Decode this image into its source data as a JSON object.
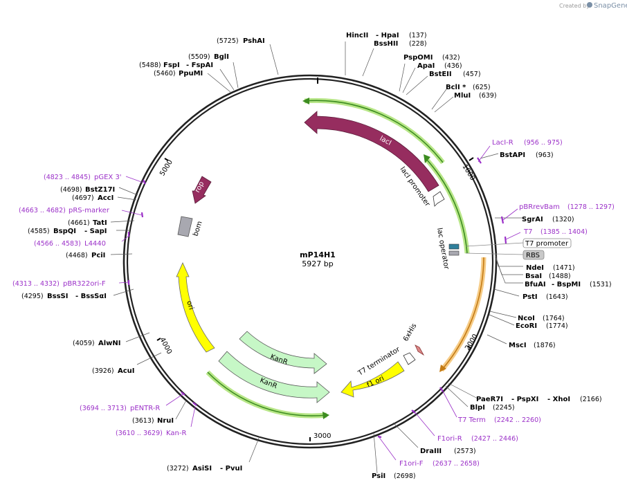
{
  "credit": {
    "prefix": "Created by",
    "brand": "SnapGene"
  },
  "plasmid": {
    "name": "mP14H1",
    "size_label": "5927 bp"
  },
  "ticks": [
    "1000",
    "2000",
    "3000",
    "4000",
    "5000"
  ],
  "sites": {
    "pshai": {
      "name": "PshAI",
      "pos": "(5725)"
    },
    "bgli": {
      "name": "BglI",
      "pos": "(5509)"
    },
    "fspi": {
      "name": "FspI",
      "name2": "- FspAI",
      "pos": "(5488)"
    },
    "ppumi": {
      "name": "PpuMI",
      "pos": "(5460)"
    },
    "hincii": {
      "name": "HincII",
      "name2": "- HpaI",
      "pos": "(137)"
    },
    "bsshii": {
      "name": "BssHII",
      "pos": "(228)"
    },
    "pspomi": {
      "name": "PspOMI",
      "pos": "(432)"
    },
    "apai": {
      "name": "ApaI",
      "pos": "(436)"
    },
    "bsteii": {
      "name": "BstEII",
      "pos": "(457)"
    },
    "bcli": {
      "name": "BclI *",
      "pos": "(625)"
    },
    "mlui": {
      "name": "MluI",
      "pos": "(639)"
    },
    "bstapi": {
      "name": "BstAPI",
      "pos": "(963)"
    },
    "sgrai": {
      "name": "SgrAI",
      "pos": "(1320)"
    },
    "ndei": {
      "name": "NdeI",
      "pos": "(1471)"
    },
    "bsai": {
      "name": "BsaI",
      "pos": "(1488)"
    },
    "bfuai": {
      "name": "BfuAI",
      "name2": "- BspMI",
      "pos": "(1531)"
    },
    "psti": {
      "name": "PstI",
      "pos": "(1643)"
    },
    "ncoi": {
      "name": "NcoI",
      "pos": "(1764)"
    },
    "ecori": {
      "name": "EcoRI",
      "pos": "(1774)"
    },
    "msci": {
      "name": "MscI",
      "pos": "(1876)"
    },
    "paer7i": {
      "name": "PaeR7I",
      "name2": "- PspXI",
      "name3": "- XhoI",
      "pos": "(2166)"
    },
    "blpi": {
      "name": "BlpI",
      "pos": "(2245)"
    },
    "draiii": {
      "name": "DraIII",
      "pos": "(2573)"
    },
    "psii": {
      "name": "PsiI",
      "pos": "(2698)"
    },
    "asisi": {
      "name": "AsiSI",
      "name2": "- PvuI",
      "pos": "(3272)"
    },
    "nrui": {
      "name": "NruI",
      "pos": "(3613)"
    },
    "acui": {
      "name": "AcuI",
      "pos": "(3926)"
    },
    "alwni": {
      "name": "AlwNI",
      "pos": "(4059)"
    },
    "bsssi": {
      "name": "BssSI",
      "name2": "- BssSαI",
      "pos": "(4295)"
    },
    "pcii": {
      "name": "PciI",
      "pos": "(4468)"
    },
    "bspqi": {
      "name": "BspQI",
      "name2": "- SapI",
      "pos": "(4585)"
    },
    "tati": {
      "name": "TatI",
      "pos": "(4661)"
    },
    "acci": {
      "name": "AccI",
      "pos": "(4697)"
    },
    "bstz17i": {
      "name": "BstZ17I",
      "pos": "(4698)"
    }
  },
  "primers": {
    "lacir": {
      "name": "LacI-R",
      "pos": "(956 .. 975)"
    },
    "pbrrevbam": {
      "name": "pBRrevBam",
      "pos": "(1278 .. 1297)"
    },
    "t7": {
      "name": "T7",
      "pos": "(1385 .. 1404)"
    },
    "t7term": {
      "name": "T7 Term",
      "pos": "(2242 .. 2260)"
    },
    "f1orir": {
      "name": "F1ori-R",
      "pos": "(2427 .. 2446)"
    },
    "f1orif": {
      "name": "F1ori-F",
      "pos": "(2637 .. 2658)"
    },
    "pentrr": {
      "name": "pENTR-R",
      "pos": "(3694 .. 3713)"
    },
    "kanr": {
      "name": "Kan-R",
      "pos": "(3610 .. 3629)"
    },
    "pbr322orif": {
      "name": "pBR322ori-F",
      "pos": "(4313 .. 4332)"
    },
    "l4440": {
      "name": "L4440",
      "pos": "(4566 .. 4583)"
    },
    "prsmarker": {
      "name": "pRS-marker",
      "pos": "(4663 .. 4682)"
    },
    "pgex3": {
      "name": "pGEX 3'",
      "pos": "(4823 .. 4845)"
    }
  },
  "features": {
    "laci": "lacI",
    "laci_promoter": "lacI promoter",
    "lac_operator": "lac operator",
    "t7_promoter": "T7 promoter",
    "rbs": "RBS",
    "rop": "rop",
    "bom": "bom",
    "ori": "ori",
    "kanr1": "KanR",
    "kanr2": "KanR",
    "f1ori": "f1 ori",
    "t7_terminator": "T7 terminator",
    "his": "6xHis"
  },
  "colors": {
    "laci": "#962d5f",
    "rop": "#962d5f",
    "ori": "#ffff00",
    "f1ori": "#ffff00",
    "kanr": "#c6f7c6",
    "bom": "#a8a8b0",
    "primer": "#9b30c8",
    "green_halo": "#a6e06a",
    "orange_halo": "#f5c77a"
  }
}
